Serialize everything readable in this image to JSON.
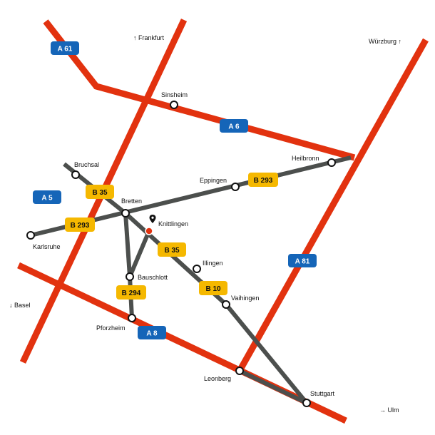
{
  "colors": {
    "autobahn": "#e2320f",
    "bundesstrasse": "#4c4f4d",
    "autobahn_badge": "#1565b8",
    "autobahn_badge_text": "#ffffff",
    "b_badge": "#f5b800",
    "b_badge_text": "#111111",
    "town_fill": "#ffffff",
    "town_stroke": "#111111",
    "highlight_dot": "#e2320f"
  },
  "directions": {
    "frankfurt": "↑ Frankfurt",
    "wuerzburg": "Würzburg ↑",
    "basel": "↓ Basel",
    "ulm": "→ Ulm"
  },
  "badges": {
    "a61": "A 61",
    "a6": "A 6",
    "a5": "A 5",
    "a81": "A 81",
    "a8": "A 8",
    "b35_north": "B 35",
    "b35_south": "B 35",
    "b293_west": "B 293",
    "b293_east": "B 293",
    "b294": "B 294",
    "b10": "B 10"
  },
  "towns": {
    "sinsheim": "Sinsheim",
    "heilbronn": "Heilbronn",
    "eppingen": "Eppingen",
    "bruchsal": "Bruchsal",
    "bretten": "Bretten",
    "karlsruhe": "Karlsruhe",
    "knittlingen": "Knittlingen",
    "illingen": "Illingen",
    "bauschlott": "Bauschlott",
    "vaihingen": "Vaihingen",
    "pforzheim": "Pforzheim",
    "leonberg": "Leonberg",
    "stuttgart": "Stuttgart"
  },
  "icons": {
    "location_pin": "location-pin-icon"
  }
}
